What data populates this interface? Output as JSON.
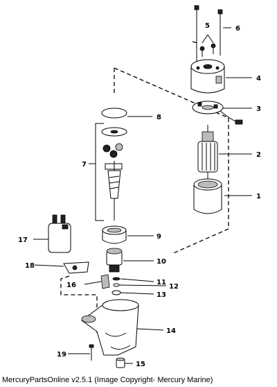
{
  "callouts": [
    "1",
    "2",
    "3",
    "4",
    "5",
    "6",
    "7",
    "8",
    "9",
    "10",
    "11",
    "12",
    "13",
    "14",
    "15",
    "16",
    "17",
    "18",
    "19"
  ],
  "caption": "MercuryPartsOnline v2.5.1 (Image Copyright- Mercury Marine)"
}
